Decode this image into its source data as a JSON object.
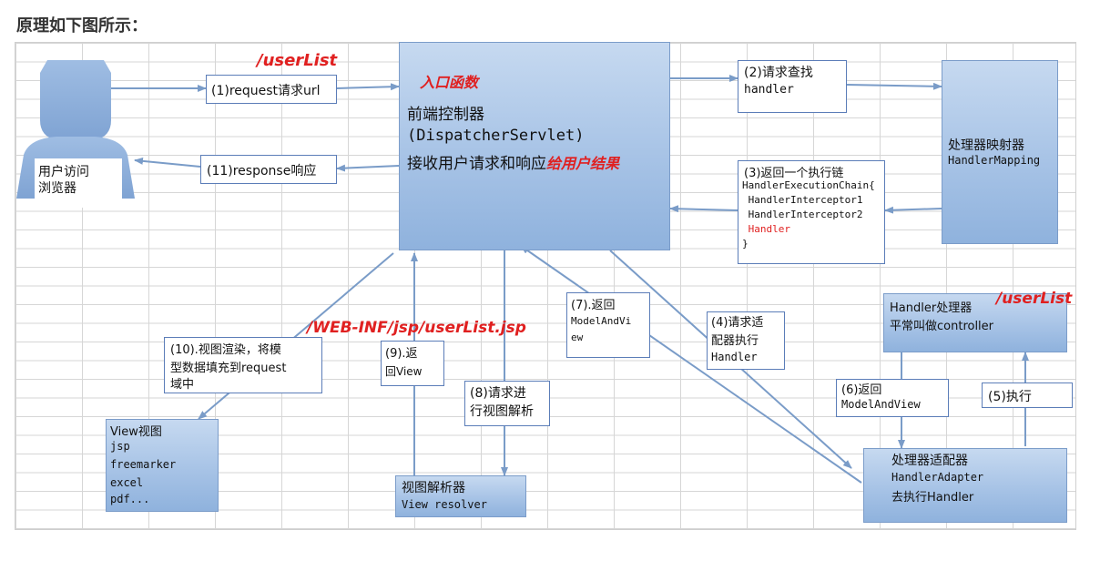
{
  "heading": "原理如下图所示：",
  "colors": {
    "arrow": "#7a9cc8",
    "box_border": "#5b7db8",
    "red_label": "#e02020",
    "blue_box": "#a7c3e6"
  },
  "user": {
    "label_l1": "用户访问",
    "label_l2": "浏览器"
  },
  "step1": "(1)request请求url",
  "step11": "(11)response响应",
  "red_userlist_top": "/userList",
  "red_entry": "入口函数",
  "dispatcher": {
    "l1": "前端控制器",
    "l2": "(DispatcherServlet)",
    "l3a": "接收用户请求和响应",
    "l3b": "给用户结果"
  },
  "step2": {
    "l1": "(2)请求查找",
    "l2": "handler"
  },
  "mapping": {
    "l1": "处理器映射器",
    "l2": "HandlerMapping"
  },
  "step3": {
    "l1": "(3)返回一个执行链",
    "l2": "HandlerExecutionChain{",
    "l3": " HandlerInterceptor1",
    "l4": " HandlerInterceptor2",
    "l5": " Handler",
    "l6": "}"
  },
  "handler_box": {
    "l1": "Handler处理器",
    "l2": "平常叫做controller"
  },
  "red_userlist_right": "/userList",
  "step7": {
    "l1": "(7).返回",
    "l2": "ModelAndVi",
    "l3": "ew"
  },
  "step4": {
    "l1": "(4)请求适",
    "l2": "配器执行",
    "l3": "Handler"
  },
  "red_jsp": "/WEB-INF/jsp/userList.jsp",
  "step10": {
    "l1": "(10).视图渲染，将模",
    "l2": "型数据填充到request",
    "l3": "域中"
  },
  "step9": {
    "l1": "(9).返",
    "l2": "回View"
  },
  "step8": {
    "l1": "(8)请求进",
    "l2": "行视图解析"
  },
  "step6": {
    "l1": "(6)返回",
    "l2": "ModelAndView"
  },
  "step5": "(5)执行",
  "view_box": {
    "l1": "View视图",
    "l2": "jsp",
    "l3": "freemarker",
    "l4": "excel",
    "l5": "pdf..."
  },
  "resolver": {
    "l1": "视图解析器",
    "l2": "View resolver"
  },
  "adapter": {
    "l1": "处理器适配器",
    "l2": "HandlerAdapter",
    "l3": "去执行Handler"
  }
}
